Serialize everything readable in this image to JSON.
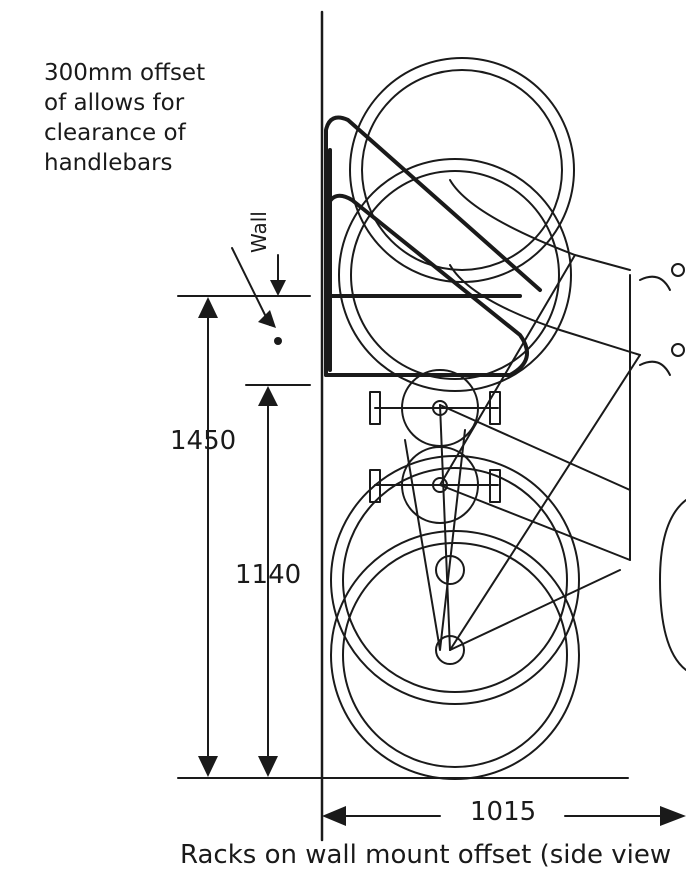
{
  "note": {
    "lines": [
      "300mm offset",
      "of allows for",
      "clearance of",
      "handlebars"
    ]
  },
  "wall_label": "Wall",
  "dimensions": {
    "overall_height": "1450",
    "rack_height": "1140",
    "depth": "1015"
  },
  "caption": "Racks on wall mount offset (side view"
}
